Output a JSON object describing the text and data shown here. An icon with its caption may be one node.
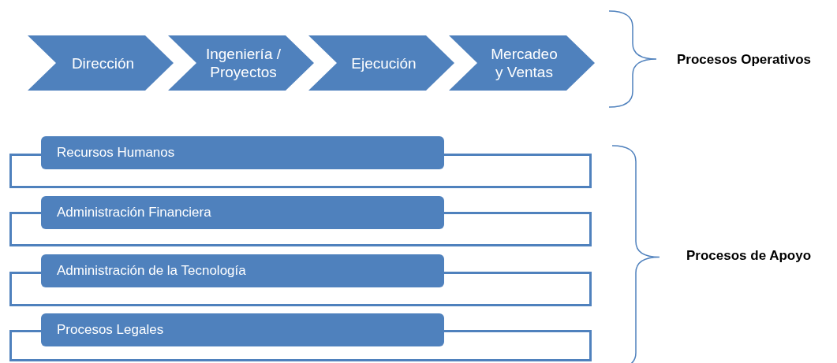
{
  "diagram": {
    "nodes": [
      {
        "text": [
          "Dirección"
        ]
      },
      {
        "text": [
          "Ingeniería / Proyectos"
        ]
      },
      {
        "text": [
          "Ejecución"
        ]
      },
      {
        "text": [
          "Mercadeo y Ventas"
        ]
      },
      {
        "text": [
          "Recursos Humanos"
        ]
      },
      {
        "text": [],
        "shape": "box"
      },
      {
        "text": [
          "Administración Financiera"
        ]
      },
      {
        "text": [],
        "shape": "box"
      },
      {
        "text": [
          "Administración de la Tecnología"
        ]
      },
      {
        "text": [],
        "shape": "box"
      },
      {
        "text": [
          "Procesos Legales"
        ]
      },
      {
        "text": [],
        "shape": "box"
      }
    ],
    "edges": [],
    "labels": [
      "Procesos Operativos",
      "Procesos de Apoyo"
    ]
  }
}
